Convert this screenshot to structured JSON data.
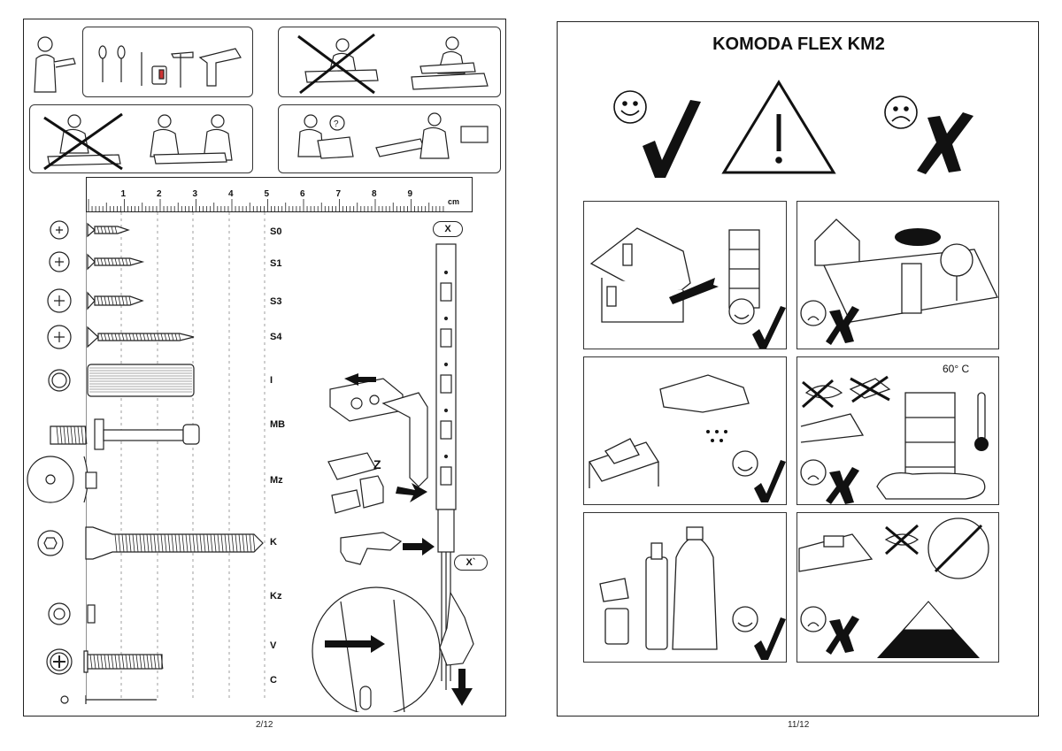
{
  "left_page": {
    "page_number": "2/12",
    "ruler": {
      "unit": "cm",
      "ticks": [
        "1",
        "2",
        "3",
        "4",
        "5",
        "6",
        "7",
        "8",
        "9"
      ]
    },
    "parts": [
      {
        "code": "S0"
      },
      {
        "code": "S1"
      },
      {
        "code": "S3"
      },
      {
        "code": "S4"
      },
      {
        "code": "I"
      },
      {
        "code": "MB"
      },
      {
        "code": "Mz"
      },
      {
        "code": "K"
      },
      {
        "code": "Kz"
      },
      {
        "code": "V"
      },
      {
        "code": "C"
      }
    ],
    "rail_label_top": "X",
    "rail_label_bottom": "X`",
    "hinge_label": "Z"
  },
  "right_page": {
    "page_number": "11/12",
    "title": "KOMODA FLEX KM2",
    "temperature_label": "60° C"
  }
}
